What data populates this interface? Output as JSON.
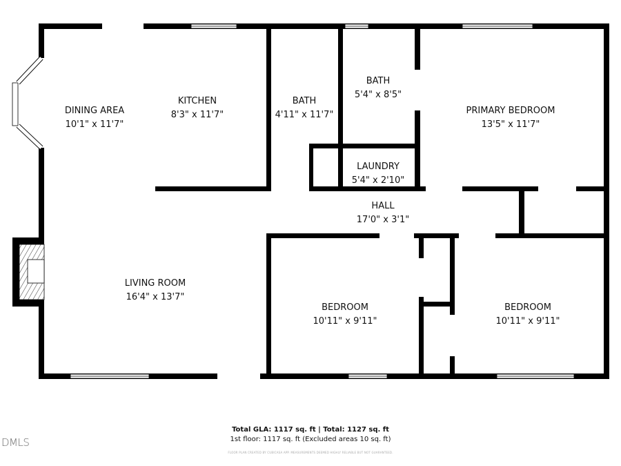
{
  "rooms": [
    {
      "name": "DINING AREA",
      "size": "10'1\" x 11'7\""
    },
    {
      "name": "KITCHEN",
      "size": "8'3\" x 11'7\""
    },
    {
      "name": "BATH",
      "size": "4'11\" x 11'7\""
    },
    {
      "name": "BATH",
      "size": "5'4\" x 8'5\""
    },
    {
      "name": "PRIMARY BEDROOM",
      "size": "13'5\" x 11'7\""
    },
    {
      "name": "LAUNDRY",
      "size": "5'4\" x 2'10\""
    },
    {
      "name": "HALL",
      "size": "17'0\" x 3'1\""
    },
    {
      "name": "LIVING ROOM",
      "size": "16'4\" x 13'7\""
    },
    {
      "name": "BEDROOM",
      "size": "10'11\" x 9'11\""
    },
    {
      "name": "BEDROOM",
      "size": "10'11\" x 9'11\""
    }
  ],
  "footer": {
    "totals": "Total GLA: 1117 sq. ft | Total: 1127 sq. ft",
    "floor": "1st floor: 1117 sq. ft (Excluded areas 10 sq. ft)",
    "disclaimer": "FLOOR PLAN CREATED BY CUBICASA APP. MEASUREMENTS DEEMED HIGHLY RELIABLE BUT NOT GUARANTEED."
  },
  "watermark": "DMLS",
  "colors": {
    "wall": "#000000",
    "background": "#ffffff"
  }
}
